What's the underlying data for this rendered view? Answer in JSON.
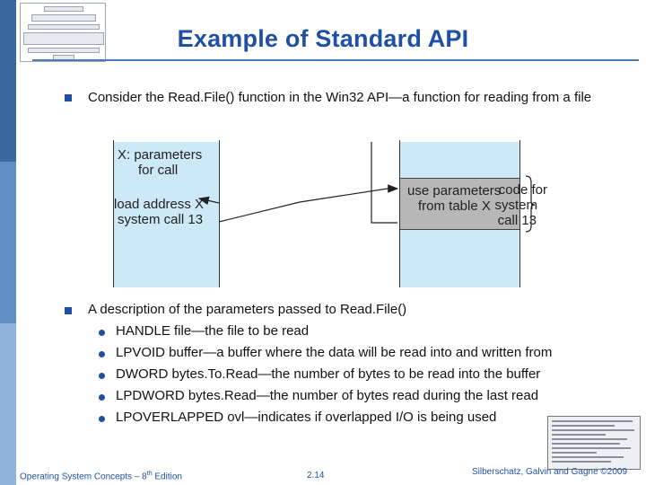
{
  "slide": {
    "title": "Example of Standard API"
  },
  "intro_bullet": {
    "text": "Consider the Read.File() function in the Win32 API—a function for reading from a file"
  },
  "diagram": {
    "left_block": {
      "param_line1": "X: parameters",
      "param_line2": "for call",
      "load_line1": "load address X",
      "load_line2": "system call 13"
    },
    "right_block": {
      "use_line1": "use parameters",
      "use_line2": "from table X",
      "code_line1": "code for",
      "code_line2": "system",
      "code_line3": "call 13"
    }
  },
  "description": {
    "heading": "A description of the parameters passed to Read.File()",
    "items": [
      "HANDLE file—the file to be read",
      "LPVOID buffer—a buffer where the data will be read into and written from",
      "DWORD bytes.To.Read—the number of bytes to be read into the buffer",
      "LPDWORD bytes.Read—the number of bytes read during the last read",
      "LPOVERLAPPED ovl—indicates if overlapped I/O is being used"
    ]
  },
  "footer": {
    "book_prefix": "Operating System Concepts – 8",
    "book_sup": "th",
    "book_suffix": " Edition",
    "page": "2.14",
    "copyright": "Silberschatz, Galvin and Gagne ©2009"
  },
  "colors": {
    "accent": "#1f50a6",
    "sidebar": "#3f6fa6",
    "diagram_fill": "#cde8f6",
    "highlight_box": "#b7b7b7"
  }
}
